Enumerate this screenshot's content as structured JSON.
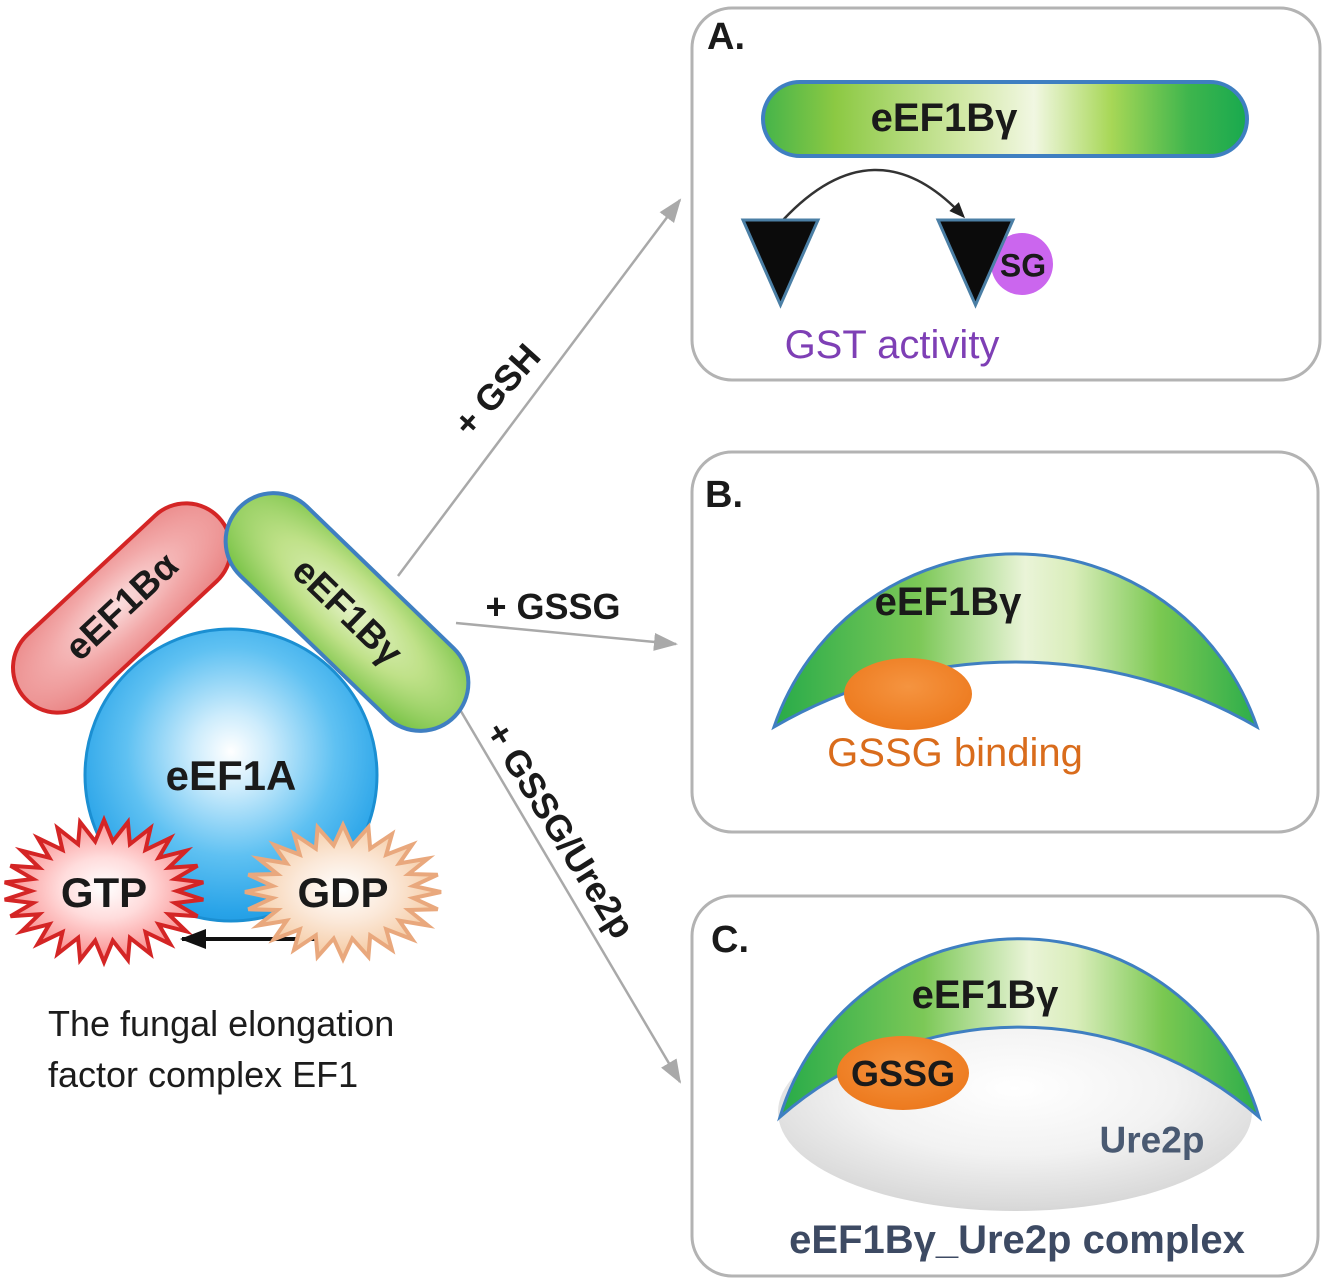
{
  "left_complex": {
    "eef1ba_label": "eEF1Bα",
    "eef1bg_label": "eEF1Bγ",
    "eef1a_label": "eEF1A",
    "gtp_label": "GTP",
    "gdp_label": "GDP",
    "caption_line1": "The fungal elongation",
    "caption_line2": "factor complex EF1"
  },
  "arrows": {
    "gsh_label": "+ GSH",
    "gssg_label": "+ GSSG",
    "gssg_ure2p_label": "+ GSSG/Ure2p"
  },
  "panel_a": {
    "label": "A.",
    "pill_label": "eEF1Bγ",
    "sg_label": "SG",
    "caption": "GST activity"
  },
  "panel_b": {
    "label": "B.",
    "crescent_label": "eEF1Bγ",
    "caption": "GSSG binding"
  },
  "panel_c": {
    "label": "C.",
    "crescent_label": "eEF1Bγ",
    "gssg_label": "GSSG",
    "ure2p_label": "Ure2p",
    "caption": "eEF1Bγ_Ure2p complex"
  },
  "colors": {
    "panel_border": "#b3b3b3",
    "connector_gray": "#a9a9a9",
    "pill_blue_border": "#3f7fc1",
    "red_border": "#d42525",
    "green_main": "#2db34c",
    "blue_main": "#2aa3e8",
    "orange": "#ed7c22",
    "orchid": "#cb66ee",
    "purple_text": "#7e3fb5",
    "orange_text": "#d96c1c",
    "navy_text": "#3d4a63",
    "slate_text": "#4a5a72",
    "black": "#1a1a1a",
    "triangle_edge": "#4b7fa5"
  }
}
